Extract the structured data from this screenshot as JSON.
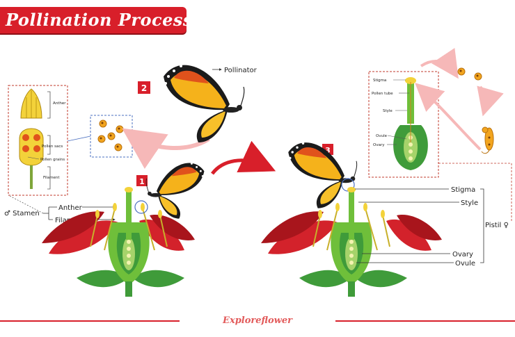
{
  "title": "Pollination Process",
  "footer": "Exploreflower",
  "steps": [
    "1",
    "2",
    "3"
  ],
  "labels": {
    "pollinator": "Pollinator",
    "anther_detail": "Anther",
    "pollen_sacs": "Pollen sacs",
    "pollen_grains": "Pollen grains",
    "filament_detail": "Filament",
    "stamen": "♂ Stamen",
    "anther": "Anther",
    "filament": "Filament",
    "pistil_stigma": "Stigma",
    "pollen_tube": "Pollen tube",
    "pistil_style": "Style",
    "pistil_ovule": "Ovule",
    "pistil_ovary": "Ovary",
    "stigma": "Stigma",
    "style": "Style",
    "pistil": "Pistil ♀",
    "ovary": "Ovary",
    "ovule": "Ovule"
  },
  "colors": {
    "accent": "#d81f2a",
    "petal": "#d3222b",
    "leaf": "#3f9b3a",
    "pollen": "#f2a51f",
    "butterfly": "#f5b21b",
    "arrow": "#f6b8b8"
  }
}
